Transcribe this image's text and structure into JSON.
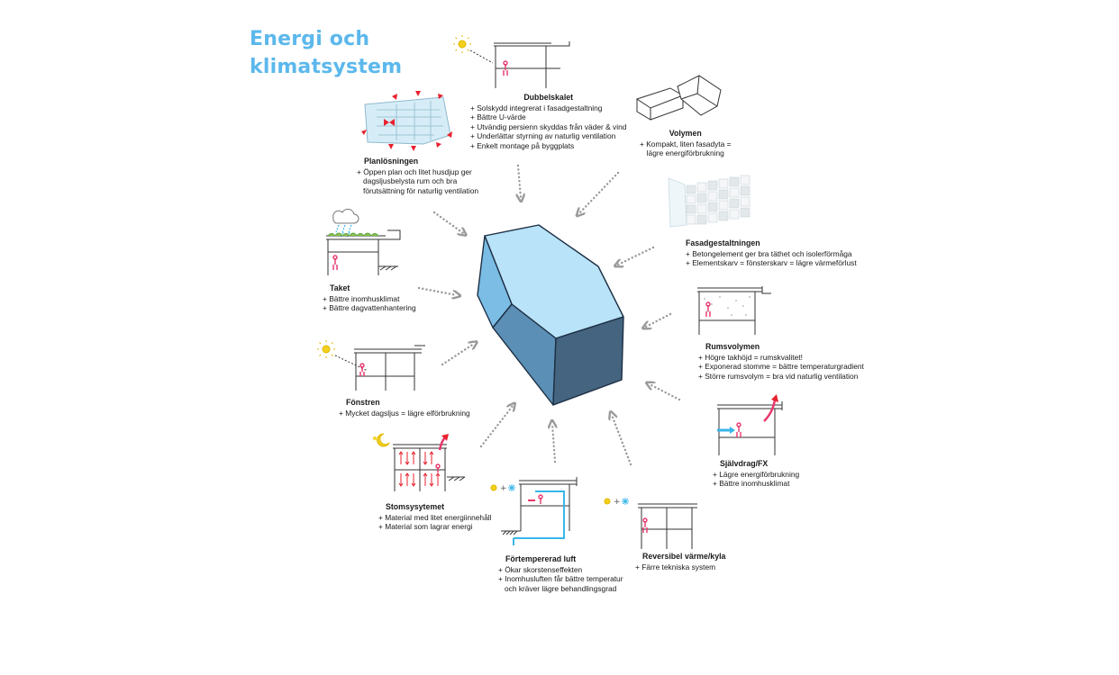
{
  "title": {
    "line1": "Energi och",
    "line2": "klimatsystem"
  },
  "blocks": {
    "dubbelskalet": {
      "heading": "Dubbelskalet",
      "items": [
        "+ Solskydd integrerat i fasadgestaltning",
        "+ Bättre U-värde",
        "+ Utvändig persienn skyddas från väder & vind",
        "+ Underlättar styrning av naturlig ventilation",
        "+ Enkelt montage på byggplats"
      ]
    },
    "volymen": {
      "heading": "Volymen",
      "items": [
        "+ Kompakt, liten fasadyta =",
        "lägre energiförbrukning"
      ]
    },
    "planlosningen": {
      "heading": "Planlösningen",
      "items": [
        "+ Öppen plan och litet husdjup ger",
        "dagsljusbelysta rum och bra",
        "förutsättning för naturlig ventilation"
      ]
    },
    "fasadgestaltningen": {
      "heading": "Fasadgestaltningen",
      "items": [
        "+ Betongelement ger bra täthet och isolerförmåga",
        "+ Elementskarv = fönsterskarv = lägre värmeförlust"
      ]
    },
    "taket": {
      "heading": "Taket",
      "items": [
        "+ Bättre inomhusklimat",
        "+ Bättre dagvattenhantering"
      ]
    },
    "rumsvolymen": {
      "heading": "Rumsvolymen",
      "items": [
        "+ Högre takhöjd = rumskvalitet!",
        "+ Exponerad stomme = bättre temperaturgradient",
        "+ Större rumsvolym = bra vid naturlig ventilation"
      ]
    },
    "fonstren": {
      "heading": "Fönstren",
      "items": [
        "+ Mycket dagsljus = lägre elförbrukning"
      ]
    },
    "sjalvdrag": {
      "heading": "Självdrag/FX",
      "items": [
        "+ Lägre energiförbrukning",
        "+ Bättre inomhusklimat"
      ]
    },
    "stomsystemet": {
      "heading": "Stomsysytemet",
      "items": [
        "+ Material med litet energiinnehåll",
        "+ Material som lagrar energi"
      ]
    },
    "fortempererad": {
      "heading": "Förtempererad luft",
      "items": [
        "+ Ökar skorstenseffekten",
        "+ Inomhusluften får bättre temperatur",
        "och kräver lägre behandlingsgrad"
      ]
    },
    "reversibel": {
      "heading": "Reversibel värme/kyla",
      "items": [
        "+ Färre tekniska system"
      ]
    }
  },
  "colors": {
    "title": "#5cb8ec",
    "volume_top": "#b9e3f8",
    "volume_left": "#7bbde4",
    "volume_front_left": "#5b8fb5",
    "volume_front_right": "#44647f",
    "accent_red": "#e8212d",
    "accent_pink": "#e8356b",
    "accent_blue": "#38b6e8",
    "arrow_gray": "#9a9a9a"
  },
  "icons": [
    "sun-icon",
    "moon-icon",
    "star-icon",
    "snowflake-icon",
    "cloud-icon",
    "rain-icon",
    "person-icon"
  ]
}
